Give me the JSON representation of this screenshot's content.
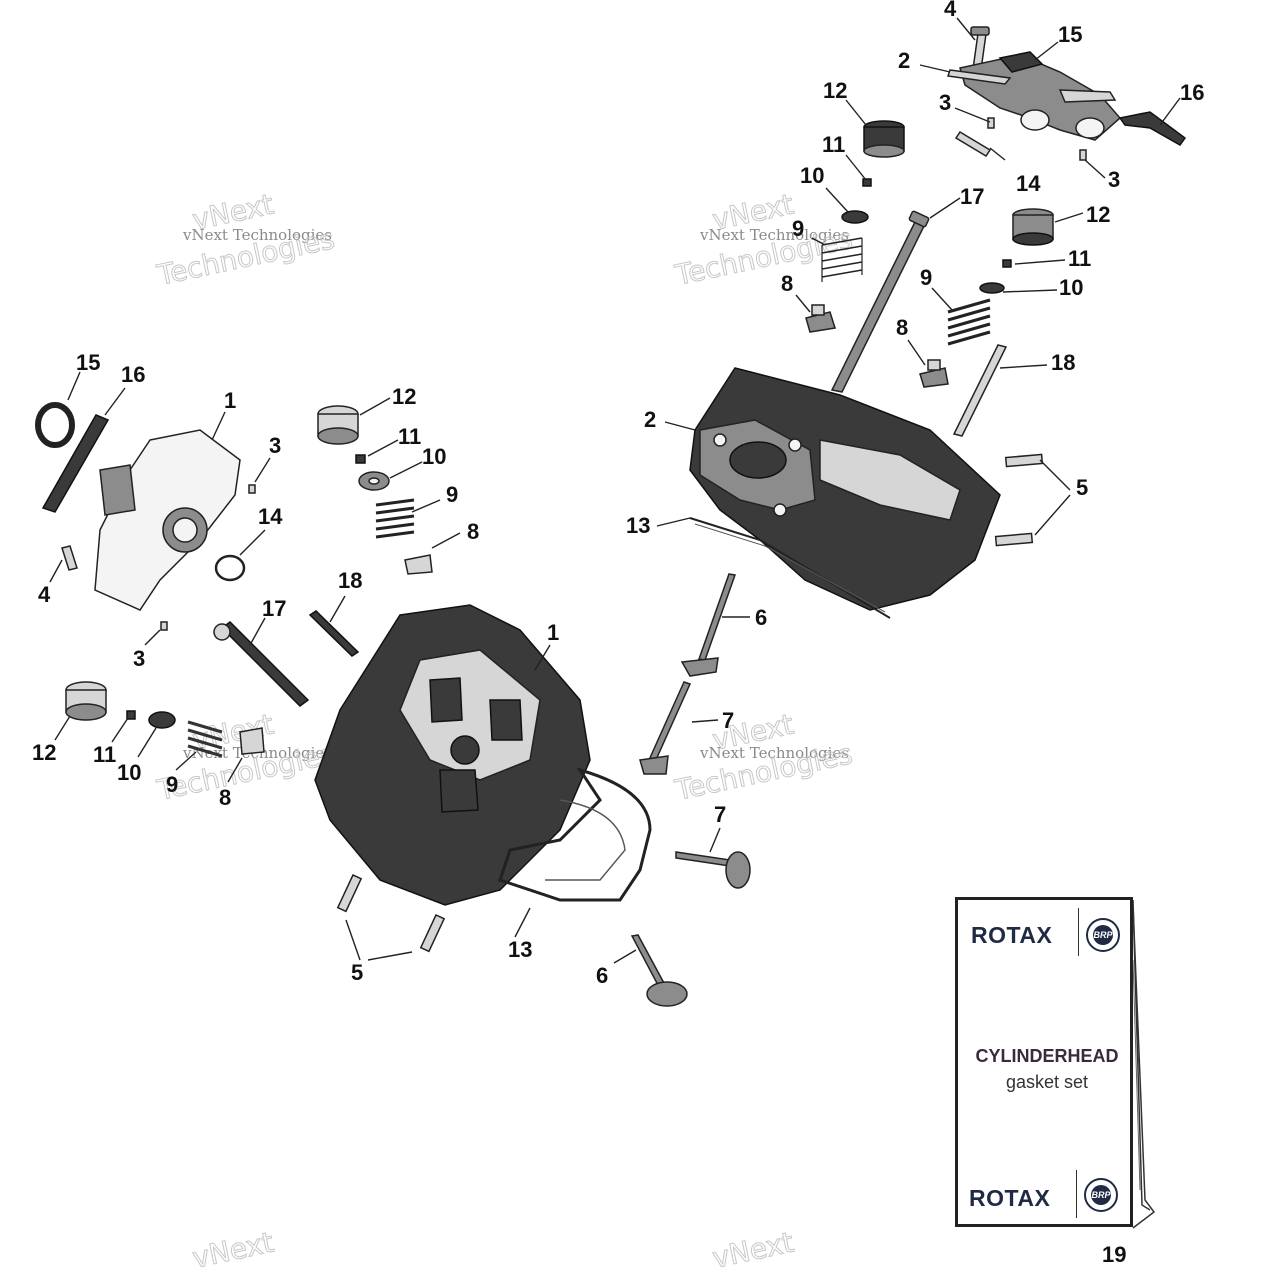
{
  "watermark": {
    "line1": "vNext Technologies",
    "line2": "Technologies",
    "line3": "vNext"
  },
  "callouts": {
    "c1a": "1",
    "c1b": "1",
    "c2a": "2",
    "c2b": "2",
    "c3a": "3",
    "c3b": "3",
    "c3c": "3",
    "c4a": "4",
    "c4b": "4",
    "c5a": "5",
    "c5b": "5",
    "c6a": "6",
    "c6b": "6",
    "c7a": "7",
    "c7b": "7",
    "c8a": "8",
    "c8b": "8",
    "c8c": "8",
    "c8d": "8",
    "c9a": "9",
    "c9b": "9",
    "c9c": "9",
    "c9d": "9",
    "c10a": "10",
    "c10b": "10",
    "c10c": "10",
    "c10d": "10",
    "c11a": "11",
    "c11b": "11",
    "c11c": "11",
    "c11d": "11",
    "c12a": "12",
    "c12b": "12",
    "c12c": "12",
    "c12d": "12",
    "c13a": "13",
    "c13b": "13",
    "c14a": "14",
    "c14b": "14",
    "c15a": "15",
    "c15b": "15",
    "c16a": "16",
    "c16b": "16",
    "c17a": "17",
    "c17b": "17",
    "c18a": "18",
    "c18b": "18",
    "c19": "19"
  },
  "booklet": {
    "brand_top": "ROTAX",
    "brand_bottom": "ROTAX",
    "badge": "BRP",
    "title": "CYLINDERHEAD",
    "subtitle": "gasket set"
  }
}
